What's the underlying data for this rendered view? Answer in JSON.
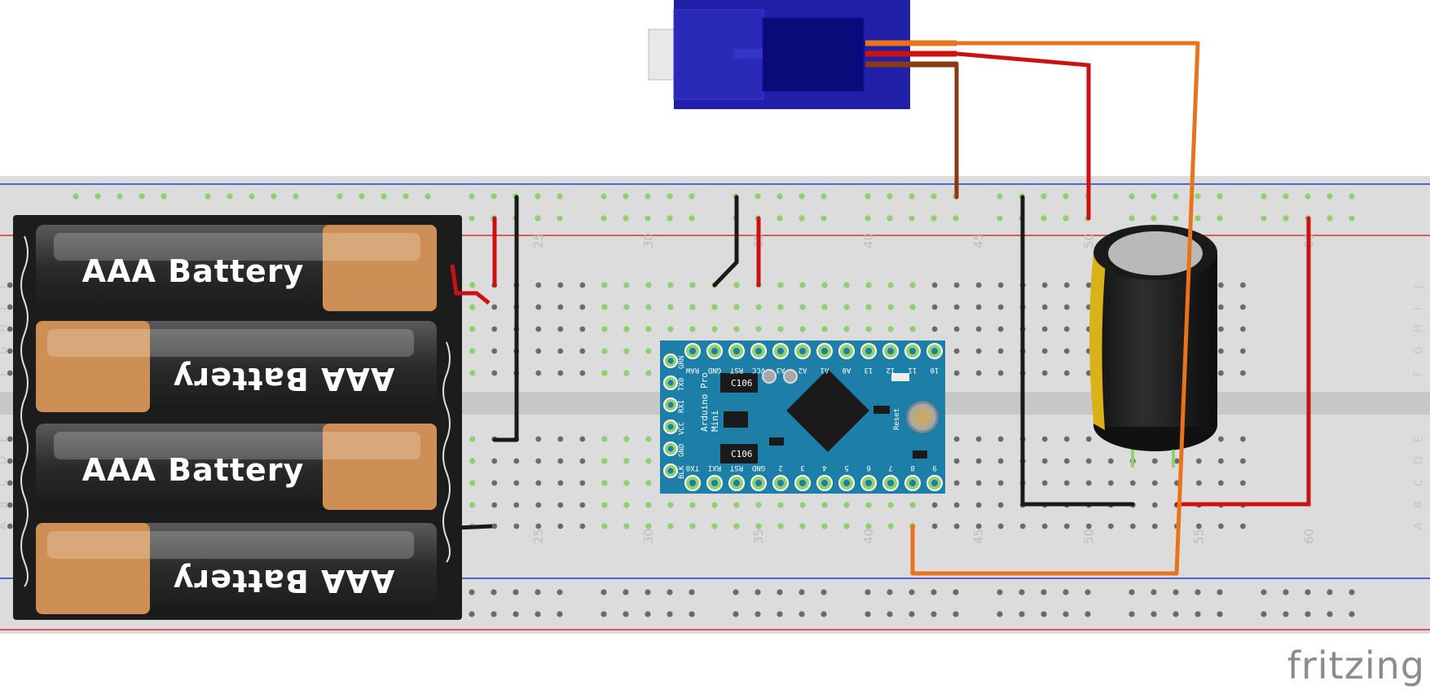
{
  "battery": {
    "label": "AAA Battery"
  },
  "breadboard": {
    "column_numbers": [
      "25",
      "30",
      "35",
      "40",
      "45",
      "50",
      "55",
      "60"
    ],
    "row_letters_top": [
      "J",
      "I",
      "H",
      "G",
      "F"
    ],
    "row_letters_bottom": [
      "E",
      "D",
      "C",
      "B",
      "A"
    ]
  },
  "arduino": {
    "title_lines": [
      "Arduino Pro",
      "Mini"
    ],
    "top_pins": [
      "RAW",
      "GND",
      "RST",
      "VCC",
      "A3",
      "A2",
      "A1",
      "A0",
      "13",
      "12",
      "11",
      "10"
    ],
    "bottom_pins": [
      "TX0",
      "RXI",
      "RST",
      "GND",
      "2",
      "3",
      "4",
      "5",
      "6",
      "7",
      "8",
      "9"
    ],
    "side_pins": [
      "GRN",
      "TX0",
      "RXI",
      "VCC",
      "GND",
      "BLK"
    ],
    "chip_label": "C106",
    "reset_label": "Reset"
  },
  "brand": {
    "text": "fritzing"
  },
  "colors": {
    "wire_red": "#cc1111",
    "wire_black": "#1a1a1a",
    "wire_orange": "#e8731a",
    "wire_brown": "#8b3a0f",
    "servo_blue": "#1f1fa8",
    "arduino_blue": "#1d7fa8",
    "rail_red": "#d43030",
    "rail_blue": "#2a3ad8",
    "hole_green": "#8fd16a"
  }
}
